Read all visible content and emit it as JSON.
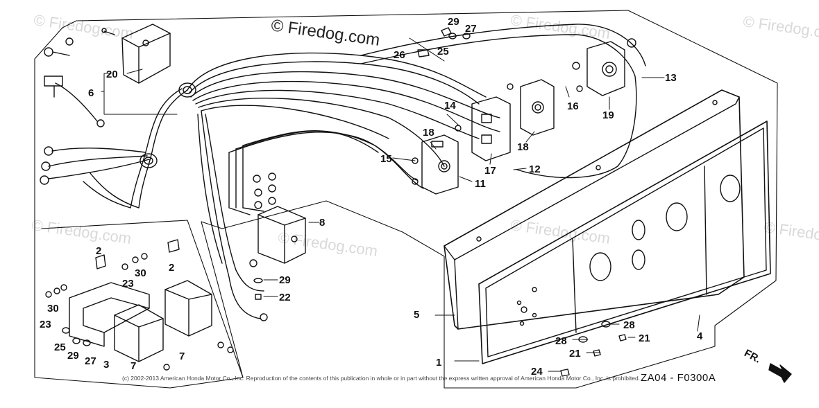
{
  "diagram": {
    "watermark": "© Firedog.com",
    "watermark_faded": "© Firedog.com",
    "diagram_code": "ZA04 - F0300A",
    "copyright": "(c) 2002-2013 American Honda Motor Co., Inc. Reproduction of the contents of this publication in whole or in part without the express written approval of American Honda Motor Co., Inc. is prohibited.",
    "front_label": "FR.",
    "colors": {
      "line": "#111111",
      "watermark": "#d9d9d9",
      "background": "#ffffff"
    },
    "callouts": [
      {
        "id": "c1",
        "text": "1"
      },
      {
        "id": "c2a",
        "text": "2"
      },
      {
        "id": "c2b",
        "text": "2"
      },
      {
        "id": "c3",
        "text": "3"
      },
      {
        "id": "c4",
        "text": "4"
      },
      {
        "id": "c5",
        "text": "5"
      },
      {
        "id": "c6",
        "text": "6"
      },
      {
        "id": "c7a",
        "text": "7"
      },
      {
        "id": "c7b",
        "text": "7"
      },
      {
        "id": "c8",
        "text": "8"
      },
      {
        "id": "c11",
        "text": "11"
      },
      {
        "id": "c12",
        "text": "12"
      },
      {
        "id": "c13",
        "text": "13"
      },
      {
        "id": "c14",
        "text": "14"
      },
      {
        "id": "c15",
        "text": "15"
      },
      {
        "id": "c16",
        "text": "16"
      },
      {
        "id": "c17",
        "text": "17"
      },
      {
        "id": "c18a",
        "text": "18"
      },
      {
        "id": "c18b",
        "text": "18"
      },
      {
        "id": "c19",
        "text": "19"
      },
      {
        "id": "c20",
        "text": "20"
      },
      {
        "id": "c21a",
        "text": "21"
      },
      {
        "id": "c21b",
        "text": "21"
      },
      {
        "id": "c22",
        "text": "22"
      },
      {
        "id": "c23a",
        "text": "23"
      },
      {
        "id": "c23b",
        "text": "23"
      },
      {
        "id": "c24",
        "text": "24"
      },
      {
        "id": "c25a",
        "text": "25"
      },
      {
        "id": "c25b",
        "text": "25"
      },
      {
        "id": "c26",
        "text": "26"
      },
      {
        "id": "c27a",
        "text": "27"
      },
      {
        "id": "c27b",
        "text": "27"
      },
      {
        "id": "c28a",
        "text": "28"
      },
      {
        "id": "c28b",
        "text": "28"
      },
      {
        "id": "c29a",
        "text": "29"
      },
      {
        "id": "c29b",
        "text": "29"
      },
      {
        "id": "c29c",
        "text": "29"
      },
      {
        "id": "c30a",
        "text": "30"
      },
      {
        "id": "c30b",
        "text": "30"
      }
    ]
  }
}
